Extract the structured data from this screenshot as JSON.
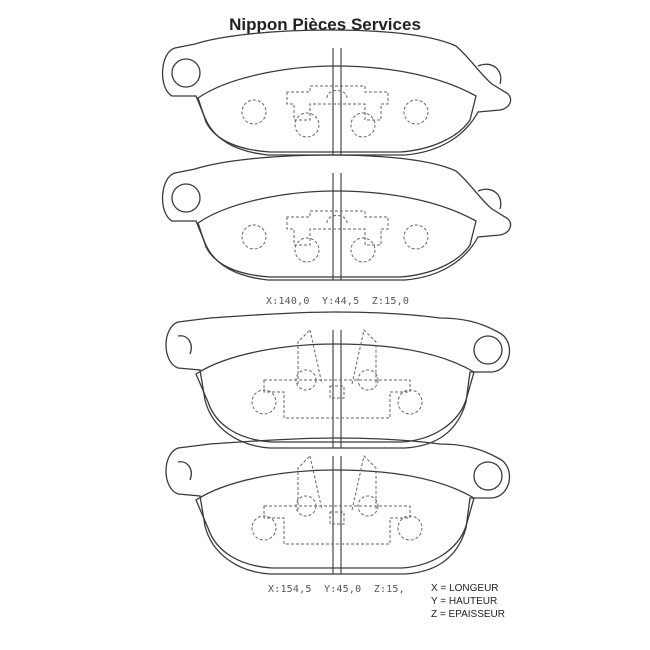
{
  "title": "Nippon Pièces Services",
  "pad_set_1": {
    "dimensions": "X:140,0  Y:44,5  Z:15,0"
  },
  "pad_set_2": {
    "dimensions": "X:154,5  Y:45,0  Z:15,"
  },
  "legend": [
    "X = LONGEUR",
    "Y = HAUTEUR",
    "Z = EPAISSEUR"
  ],
  "colors": {
    "line": "#3a3a3a",
    "dashed": "#666666",
    "text": "#222222"
  }
}
